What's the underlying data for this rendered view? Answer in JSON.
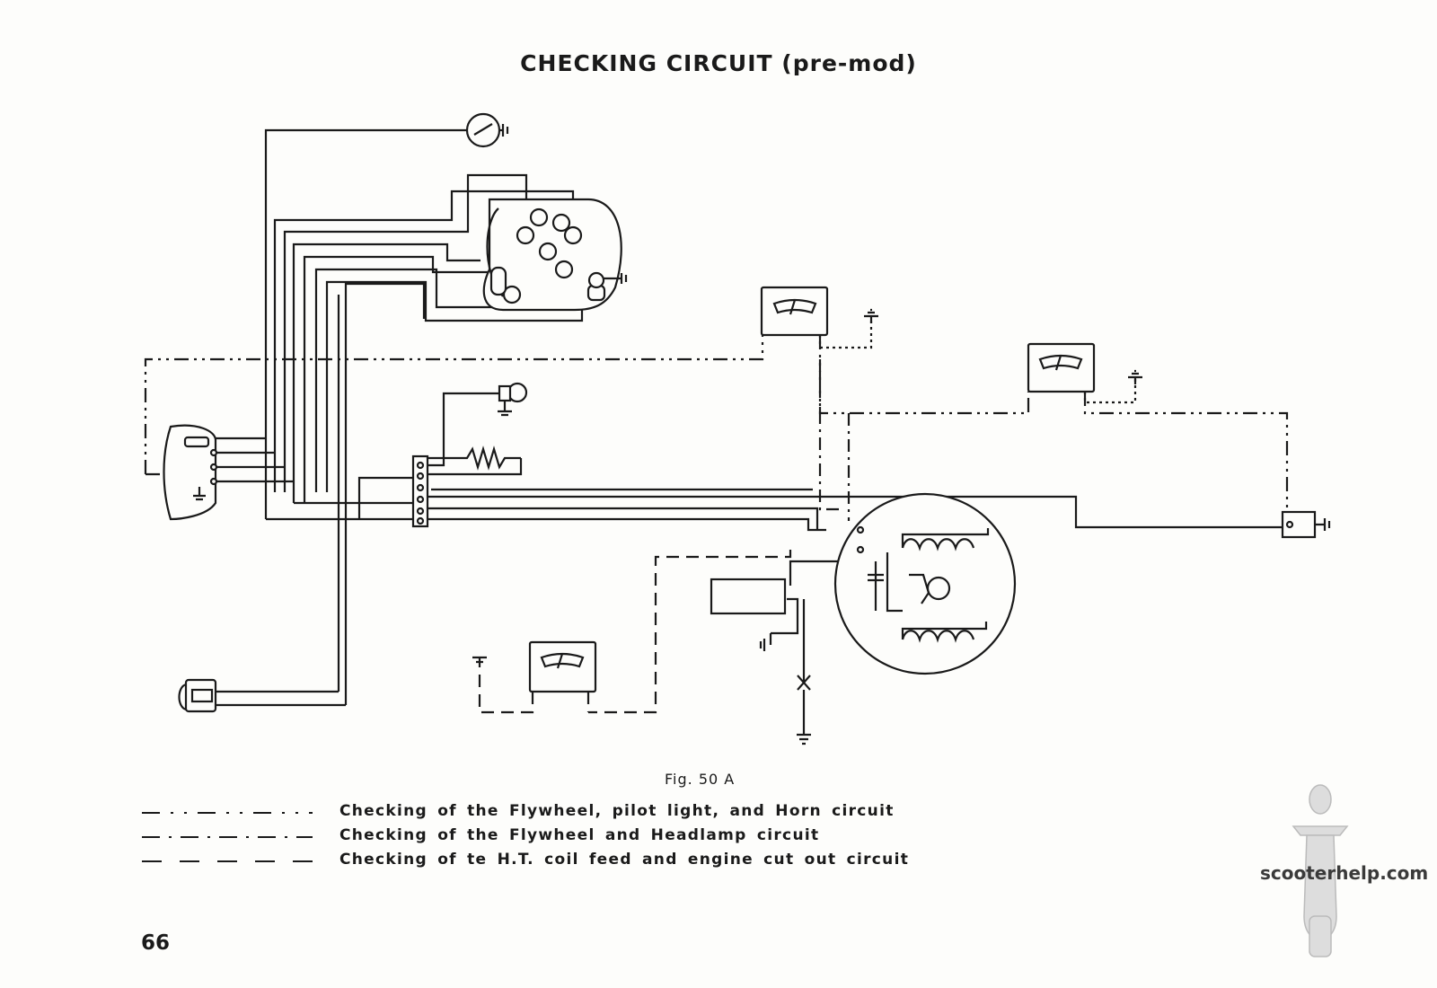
{
  "title": "CHECKING CIRCUIT (pre-mod)",
  "figure_caption": "Fig. 50 A",
  "legend": [
    {
      "style": "dash-dot-dot",
      "label": "Checking of the Flywheel, pilot light, and Horn circuit"
    },
    {
      "style": "dash-dot",
      "label": "Checking of the Flywheel and Headlamp circuit"
    },
    {
      "style": "dashed",
      "label": "Checking of te H.T. coil feed and engine cut out circuit"
    }
  ],
  "page_number": "66",
  "watermark": "scooterhelp.com",
  "colors": {
    "ink": "#1a1a1a",
    "paper": "#fdfdfb"
  }
}
